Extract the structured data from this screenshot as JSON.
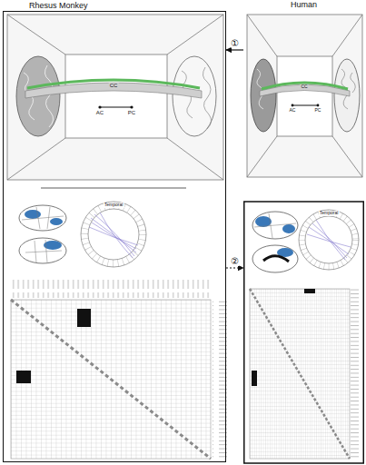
{
  "diagram": {
    "nodes": [
      {
        "text": [
          "Rhesus Monkey"
        ]
      },
      {
        "text": [
          "Human"
        ]
      }
    ],
    "edges": [
      {
        "from": 1,
        "to": 0,
        "arrow": "to",
        "label": "①"
      },
      {
        "from": 0,
        "to": 1,
        "arrow": "to",
        "label": "②"
      }
    ],
    "labels": [
      "CC",
      "AC",
      "PC",
      "CC",
      "AC",
      "PC",
      "Temporal",
      "Temporal"
    ]
  }
}
